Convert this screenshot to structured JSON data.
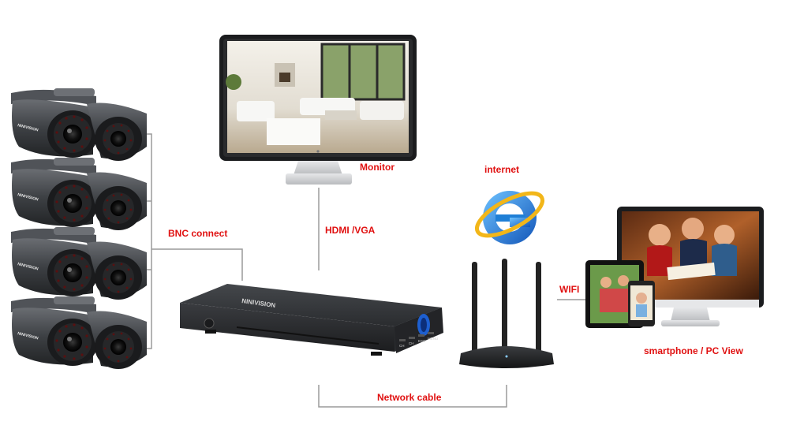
{
  "labels": {
    "monitor": "Monitor",
    "internet": "internet",
    "bnc": "BNC connect",
    "hdmi": "HDMI /VGA",
    "wifi": "WIFI",
    "network": "Network cable",
    "view": "smartphone / PC View"
  },
  "dvr": {
    "brand": "NINIVISION",
    "buttons": [
      "CH",
      "CH",
      "ESC",
      "MENU"
    ]
  },
  "camera": {
    "brand": "NINIVISION"
  },
  "colors": {
    "label": "#e01010",
    "line": "#9a9a9a",
    "device": "#2e3033",
    "ie_blue": "#1f7fd6",
    "ie_ring": "#f2b619"
  },
  "icons": {
    "browser": "internet-explorer-icon"
  }
}
